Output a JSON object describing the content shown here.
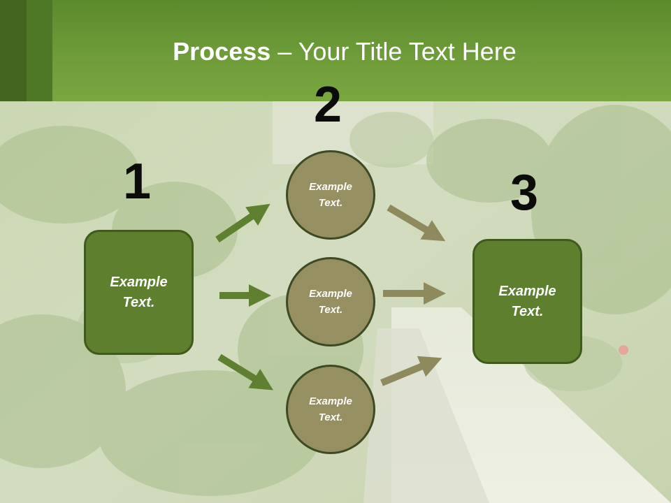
{
  "title": {
    "bold": "Process",
    "rest": " – Your Title Text Here"
  },
  "steps": {
    "one": "1",
    "two": "2",
    "three": "3"
  },
  "left_box": {
    "line1": "Example",
    "line2": "Text."
  },
  "right_box": {
    "line1": "Example",
    "line2": "Text."
  },
  "circles": [
    {
      "line1": "Example",
      "line2": "Text."
    },
    {
      "line1": "Example",
      "line2": "Text."
    },
    {
      "line1": "Example",
      "line2": "Text."
    }
  ],
  "colors": {
    "header_green": "#6f9c3a",
    "box_green": "#5e7f2e",
    "circle_olive": "#958f61",
    "arrow_green": "#5f8030",
    "arrow_olive": "#8e8a5e"
  }
}
